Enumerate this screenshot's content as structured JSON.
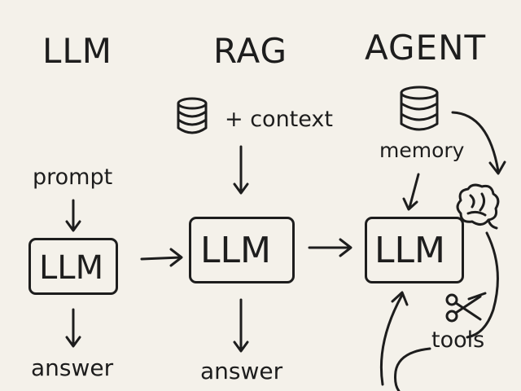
{
  "columns": {
    "llm": {
      "heading": "LLM",
      "input_label": "prompt",
      "box_label": "LLM",
      "output_label": "answer"
    },
    "rag": {
      "heading": "RAG",
      "context_label": "+ context",
      "context_icon": "database-icon",
      "box_label": "LLM",
      "output_label": "answer"
    },
    "agent": {
      "heading": "AGENT",
      "memory_label": "memory",
      "memory_icon": "database-icon",
      "brain_icon": "brain-icon",
      "tools_icon": "scissors-icon",
      "box_label": "LLM",
      "tools_label": "tools"
    }
  },
  "style": {
    "background": "#f4f1ea",
    "ink": "#1d1d1d"
  }
}
